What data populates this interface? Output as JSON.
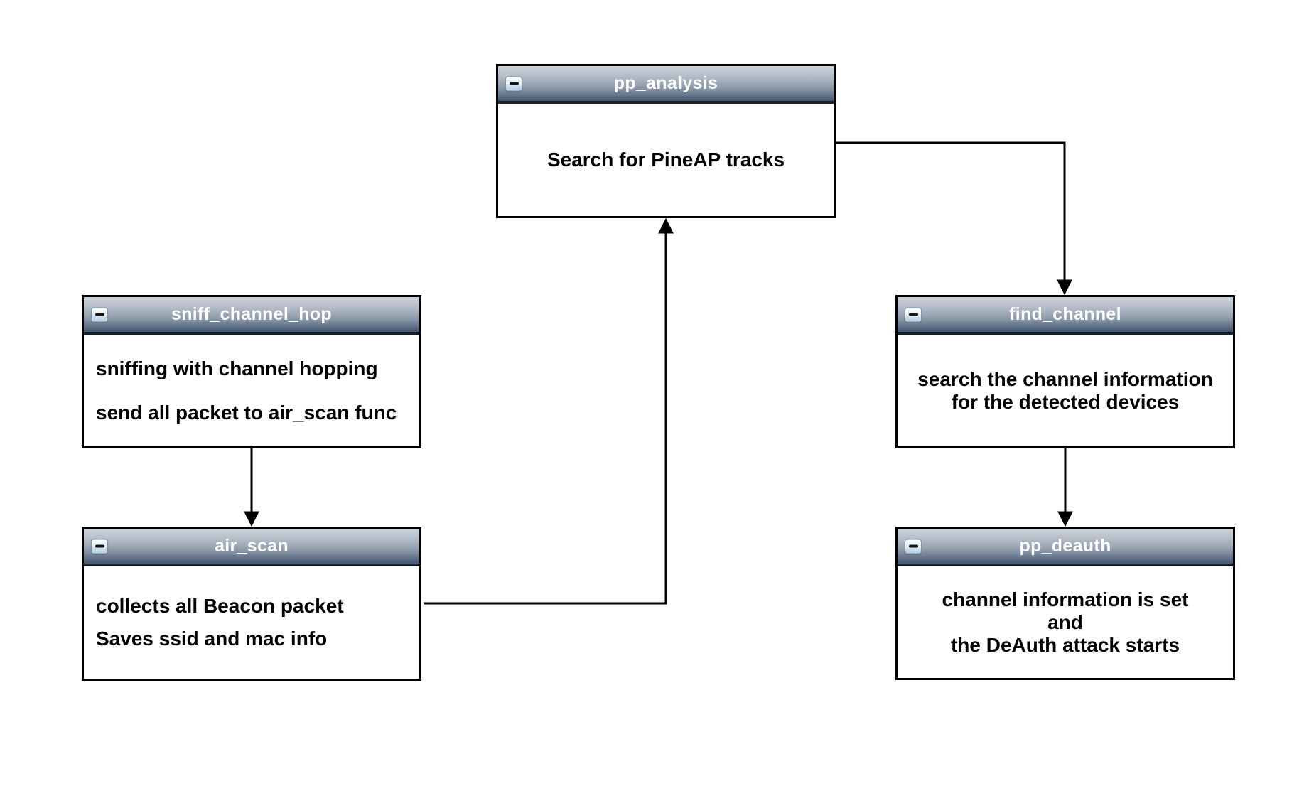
{
  "diagram": {
    "canvas_background": "#ffffff",
    "icons": {
      "node_header_button": "minimize-icon"
    },
    "colors": {
      "node_border": "#000000",
      "node_body_background": "#ffffff",
      "header_gradient_top": "#cdd3da",
      "header_gradient_bottom": "#45576d",
      "header_underline": "#15202d",
      "title_text": "#ffffff",
      "body_text": "#000000",
      "connector": "#000000"
    },
    "nodes": [
      {
        "id": "pp_analysis",
        "title": "pp_analysis",
        "lines": [
          "Search for PineAP tracks"
        ]
      },
      {
        "id": "sniff_channel_hop",
        "title": "sniff_channel_hop",
        "lines": [
          "sniffing with channel hopping",
          "send all packet to air_scan func"
        ]
      },
      {
        "id": "find_channel",
        "title": "find_channel",
        "lines": [
          "search the channel information",
          "for the detected devices"
        ]
      },
      {
        "id": "air_scan",
        "title": "air_scan",
        "lines": [
          "collects all Beacon packet",
          "Saves ssid and mac info"
        ]
      },
      {
        "id": "pp_deauth",
        "title": "pp_deauth",
        "lines": [
          "channel information is set",
          "and",
          "the DeAuth attack starts"
        ]
      }
    ],
    "edges": [
      {
        "from": "sniff_channel_hop",
        "to": "air_scan",
        "style": "orthogonal-arrow"
      },
      {
        "from": "air_scan",
        "to": "pp_analysis",
        "style": "orthogonal-arrow"
      },
      {
        "from": "pp_analysis",
        "to": "find_channel",
        "style": "orthogonal-arrow"
      },
      {
        "from": "find_channel",
        "to": "pp_deauth",
        "style": "orthogonal-arrow"
      }
    ]
  }
}
